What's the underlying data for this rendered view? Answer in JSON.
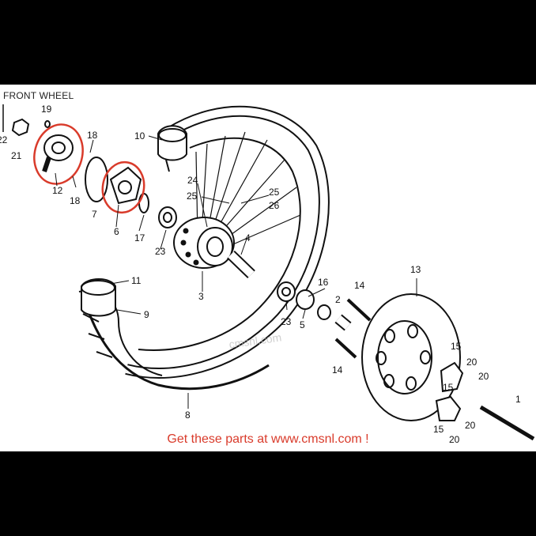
{
  "diagram": {
    "title": "FRONT WHEEL",
    "footer": "Get these parts at www.cmsnl.com !",
    "watermark": "cmsnl.com",
    "highlight_color": "#d93b2b",
    "part_labels": [
      "1",
      "2",
      "3",
      "4",
      "5",
      "6",
      "7",
      "8",
      "9",
      "10",
      "11",
      "12",
      "13",
      "14",
      "14",
      "15",
      "15",
      "15",
      "16",
      "17",
      "18",
      "18",
      "19",
      "20",
      "20",
      "20",
      "20",
      "21",
      "22",
      "23",
      "23",
      "24",
      "25",
      "25",
      "26"
    ]
  }
}
